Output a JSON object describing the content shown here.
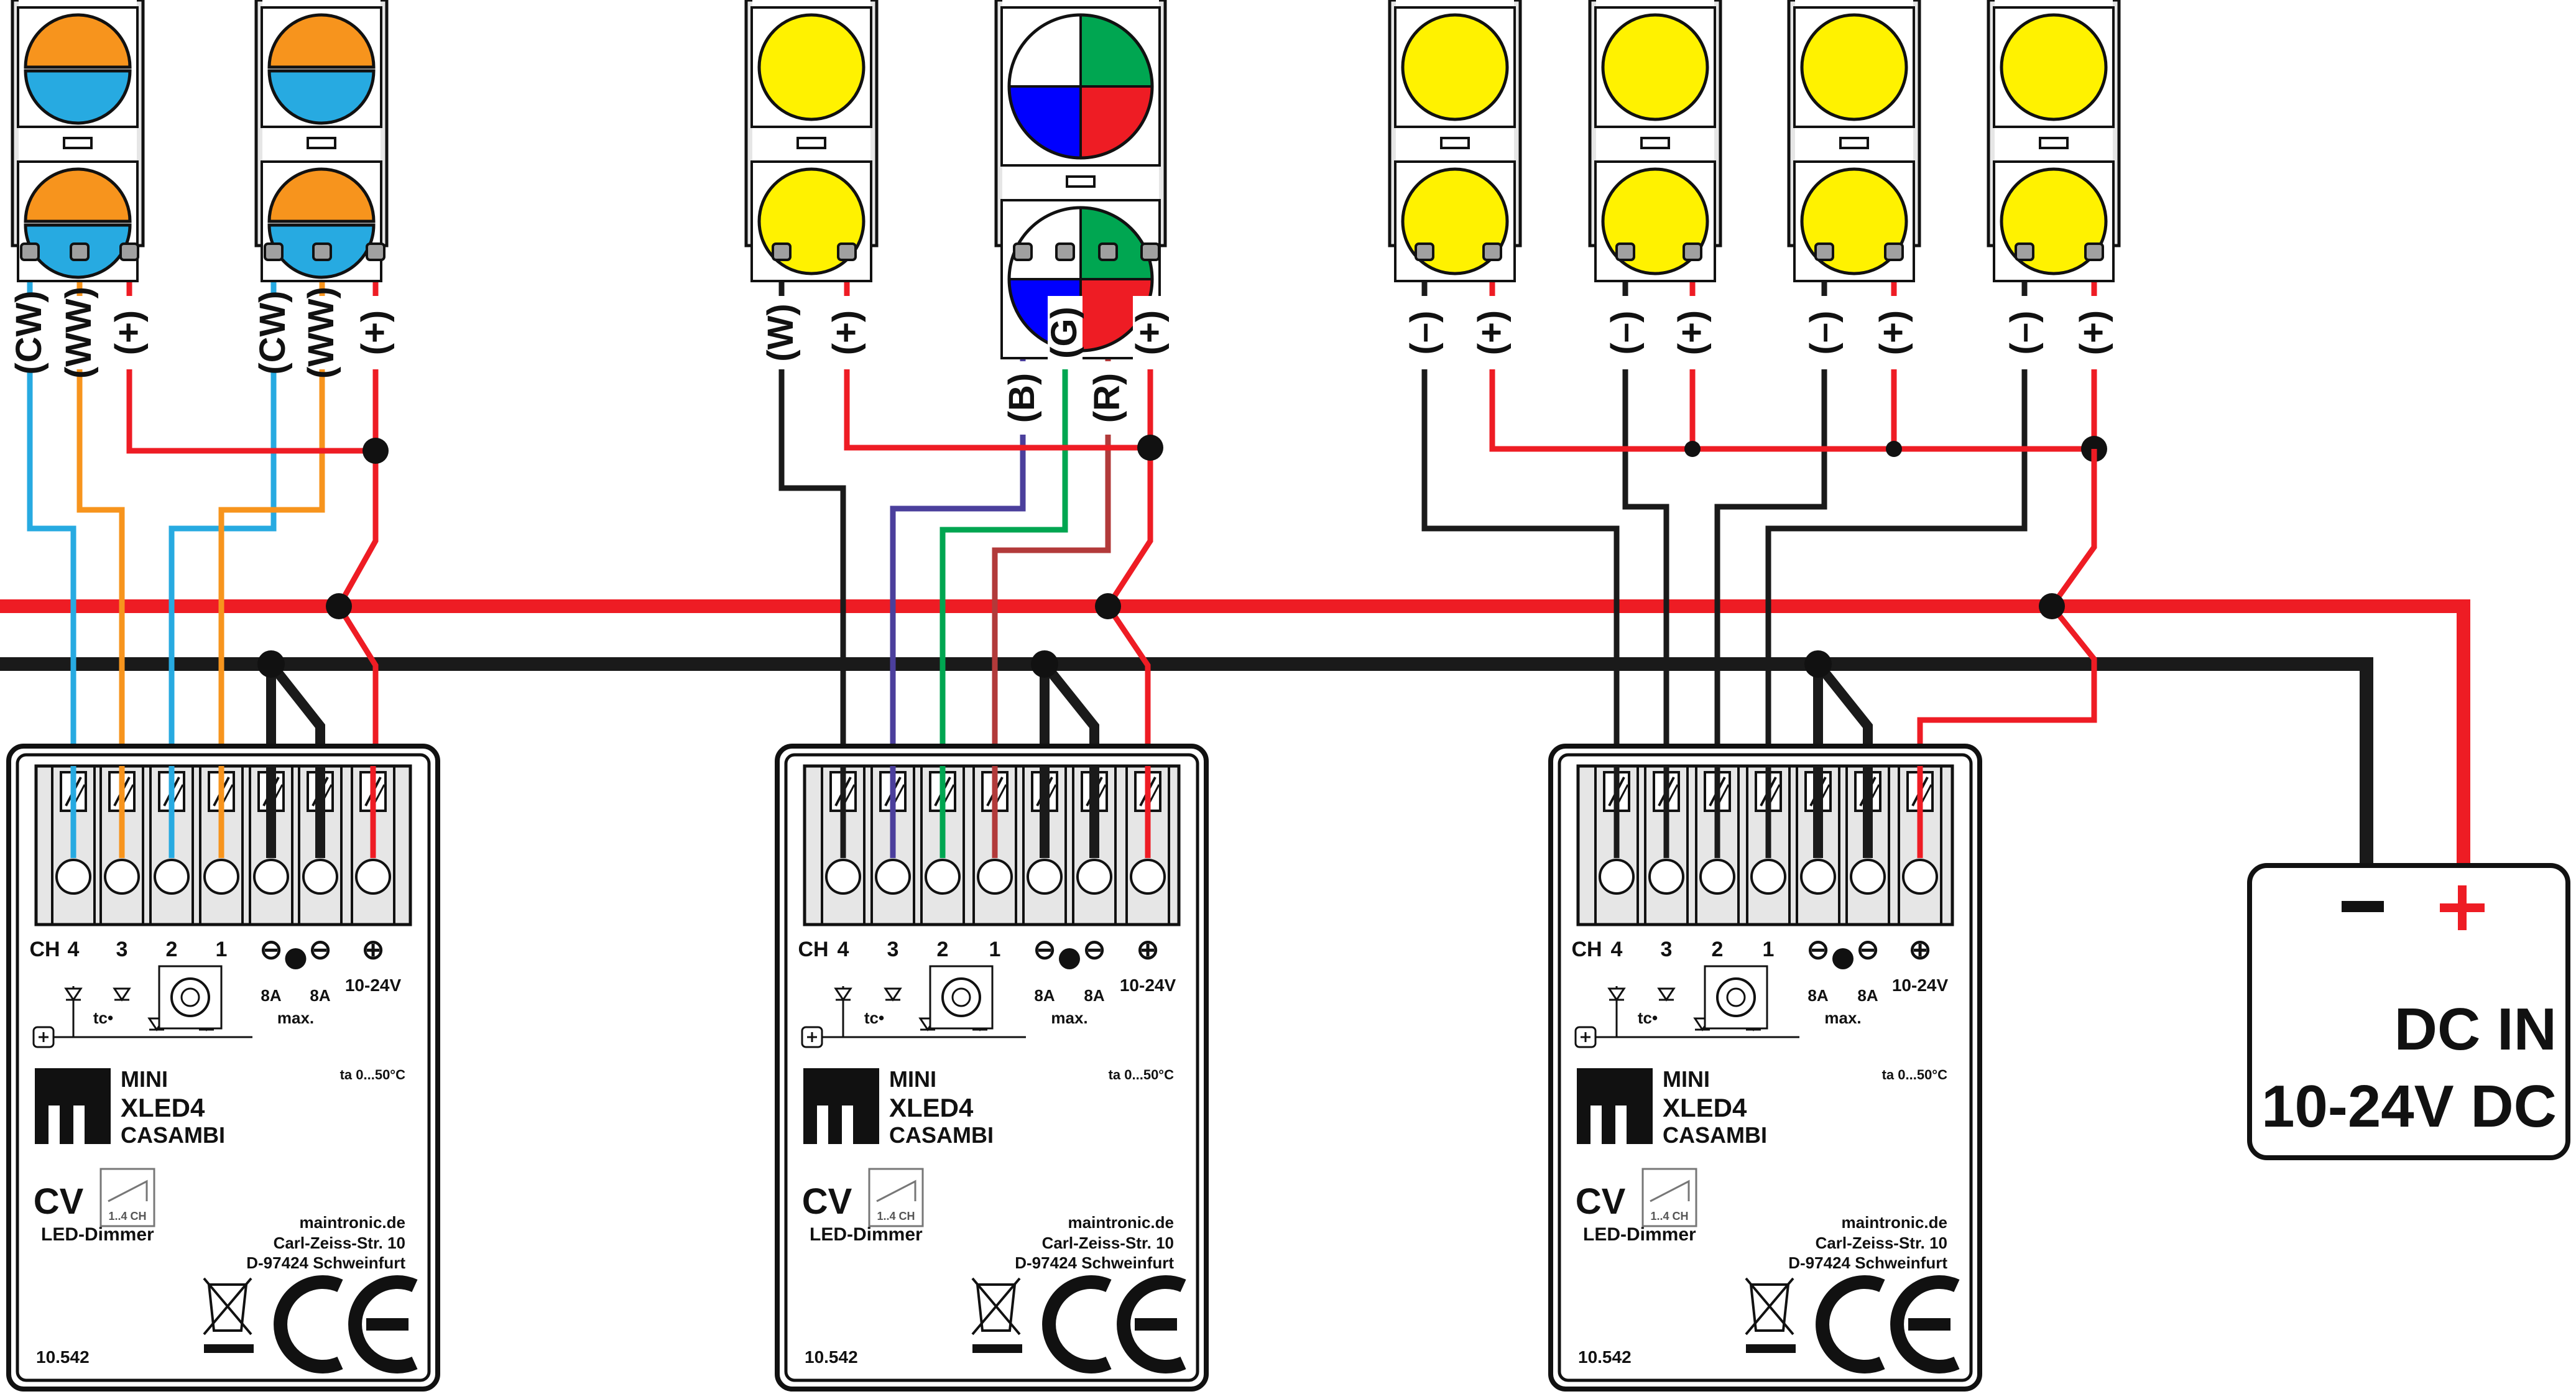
{
  "colors": {
    "red": "#ee1c24",
    "black": "#1a1a1a",
    "cw_blue": "#27aae1",
    "ww_orange": "#f7941d",
    "yellow": "#fff200",
    "green": "#00a651",
    "blue": "#0000ff",
    "purple": "#4b3f9c",
    "brown": "#b23a3a",
    "gray": "#a0a0a0",
    "panel": "#e6e6e6"
  },
  "labels": {
    "cw": "(CW)",
    "ww": "(WW)",
    "plus": "(+)",
    "minus": "(–)",
    "w": "(W)",
    "b": "(B)",
    "g": "(G)",
    "r": "(R)"
  },
  "power_supply": {
    "minus": "–",
    "plus": "+",
    "line1": "DC IN",
    "line2": "10-24V DC"
  },
  "dimmer": {
    "ch": "CH",
    "ch4": "4",
    "ch3": "3",
    "ch2": "2",
    "ch1": "1",
    "minus_sym": "⊖",
    "plus_sym": "⊕",
    "amp1": "8A",
    "amp2": "8A",
    "voltage": "10-24V",
    "max": "max.",
    "tc": "tc•",
    "ta": "ta 0...50°C",
    "mini": "MINI",
    "xled": "XLED4",
    "casambi": "CASAMBI",
    "cv": "CV",
    "ch_range": "1..4 CH",
    "led_dimmer": "LED-Dimmer",
    "web": "maintronic.de",
    "street": "Carl-Zeiss-Str. 10",
    "city": "D-97424 Schweinfurt",
    "model": "10.542",
    "ce": "CE"
  }
}
